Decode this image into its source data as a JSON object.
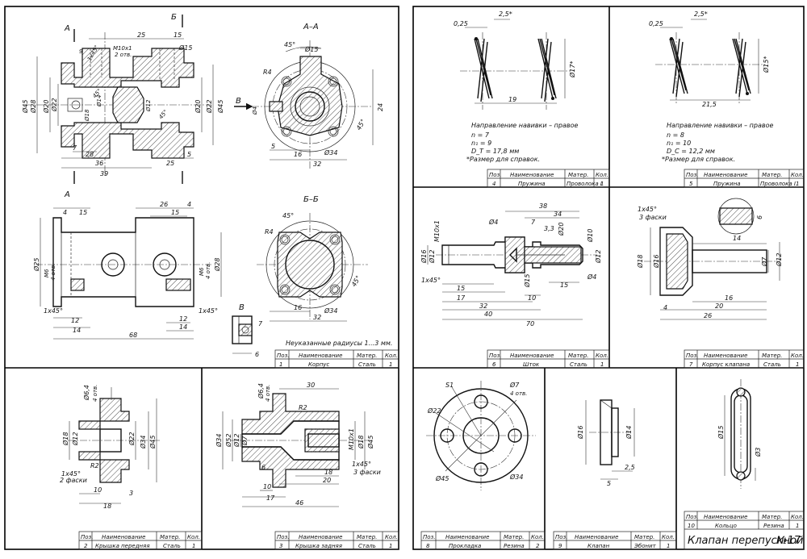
{
  "drawing_title": "Клапан перепускной",
  "drawing_number": "№17",
  "title_block": {
    "headers": {
      "pos": "Поз.",
      "name": "Наименование",
      "material": "Матер.",
      "qty": "Кол."
    },
    "rows": [
      {
        "pos": "1",
        "name": "Корпус",
        "material": "Сталь",
        "qty": "1"
      },
      {
        "pos": "2",
        "name": "Крышка передняя",
        "material": "Сталь",
        "qty": "1"
      },
      {
        "pos": "3",
        "name": "Крышка задняя",
        "material": "Сталь",
        "qty": "1"
      },
      {
        "pos": "4",
        "name": "Пружина",
        "material": "Проволока I",
        "qty": "1"
      },
      {
        "pos": "5",
        "name": "Пружина",
        "material": "Проволока I",
        "qty": "1"
      },
      {
        "pos": "6",
        "name": "Шток",
        "material": "Сталь",
        "qty": "1"
      },
      {
        "pos": "7",
        "name": "Корпус клапана",
        "material": "Сталь",
        "qty": "1"
      },
      {
        "pos": "8",
        "name": "Прокладка",
        "material": "Резина",
        "qty": "2"
      },
      {
        "pos": "9",
        "name": "Клапан",
        "material": "Эбонит",
        "qty": "1"
      },
      {
        "pos": "10",
        "name": "Кольцо",
        "material": "Резина",
        "qty": "1"
      }
    ]
  },
  "notes": {
    "radii": "Неуказанные радиусы 1...3 мм.",
    "ref": "*Размер для справок.",
    "spring4": [
      "Направление навивки – правое",
      "n = 7",
      "n₁ = 9",
      "D_T = 17,8 мм"
    ],
    "spring5": [
      "Направление навивки – правое",
      "n = 8",
      "n₁ = 10",
      "D_C = 12,2 мм"
    ]
  },
  "section_labels": {
    "a": "А",
    "b": "Б",
    "v": "В",
    "aa": "А–А",
    "bb": "Б–Б"
  },
  "dims_body": [
    "25",
    "15",
    "М10x1",
    "2 отв.",
    "Ø15",
    "Ø45",
    "Ø28",
    "Ø20",
    "Ø22",
    "Ø18",
    "Ø14",
    "Ø12",
    "Ø20",
    "Ø22",
    "Ø45",
    "1x45°",
    "9",
    "45°",
    "7",
    "28",
    "5",
    "36",
    "25",
    "39",
    "R4",
    "Ø4",
    "24",
    "45°",
    "5",
    "16",
    "Ø34",
    "32",
    "26",
    "4",
    "4",
    "15",
    "15",
    "Ø25",
    "М6",
    "4 отв.",
    "Ø28",
    "М6",
    "4 отв.",
    "1x45°",
    "12",
    "14",
    "68",
    "12",
    "14",
    "1x45°",
    "16",
    "Ø34",
    "32",
    "6",
    "7"
  ],
  "dims_spring4": [
    "0,25",
    "2,5*",
    "Ø17*",
    "19"
  ],
  "dims_spring5": [
    "0,25",
    "2,5*",
    "Ø15*",
    "21,5"
  ],
  "dims_stem": [
    "38",
    "34",
    "7",
    "3,3",
    "Ø4",
    "Ø20",
    "М10x1",
    "Ø10",
    "Ø16",
    "Ø12",
    "Ø12",
    "Ø15",
    "Ø4",
    "1x45°",
    "15",
    "17",
    "32",
    "10",
    "15",
    "40",
    "70"
  ],
  "dims_valve_body": [
    "1x45°",
    "3 фаски",
    "6",
    "14",
    "Ø18",
    "Ø16",
    "Ø7",
    "Ø12",
    "16",
    "4",
    "20",
    "26"
  ],
  "dims_front_cover": [
    "Ø6,4",
    "4 отв.",
    "Ø18",
    "Ø12",
    "Ø22",
    "Ø34",
    "Ø45",
    "R2",
    "1x45°",
    "2 фаски",
    "10",
    "3",
    "18"
  ],
  "dims_rear_cover": [
    "30",
    "Ø6,4",
    "4 отв.",
    "R2",
    "Ø34",
    "Ø52",
    "Ø12",
    "Ø7",
    "М10x1",
    "Ø18",
    "Ø45",
    "1x45°",
    "3 фаски",
    "6",
    "18",
    "20",
    "10",
    "17",
    "46"
  ],
  "dims_gasket": [
    "S1",
    "Ø7",
    "4 отв.",
    "Ø22",
    "Ø45",
    "Ø34"
  ],
  "dims_valve": [
    "Ø16",
    "Ø14",
    "2,5",
    "5"
  ],
  "dims_ring": [
    "Ø15",
    "Ø3"
  ]
}
